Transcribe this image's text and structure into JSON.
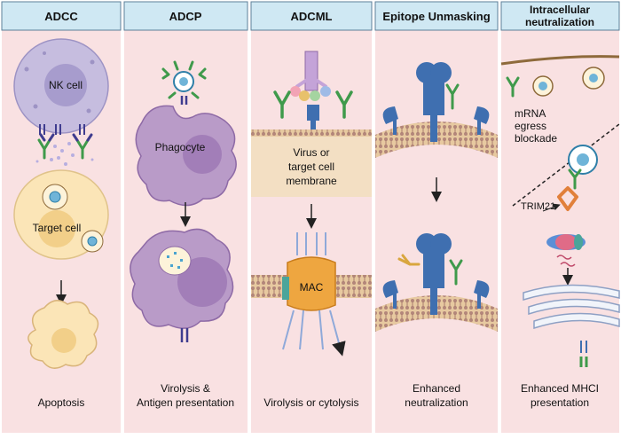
{
  "panels": [
    {
      "title": "ADCC",
      "caption": [
        "Apoptosis"
      ]
    },
    {
      "title": "ADCP",
      "caption": [
        "Virolysis &",
        "Antigen presentation"
      ]
    },
    {
      "title": "ADCML",
      "caption": [
        "Virolysis or cytolysis"
      ]
    },
    {
      "title": "Epitope Unmasking",
      "caption": [
        "Enhanced",
        "neutralization"
      ]
    },
    {
      "title": [
        "Intracellular",
        "neutralization"
      ],
      "caption": [
        "Enhanced MHCI",
        "presentation"
      ]
    }
  ],
  "labels": {
    "nk_cell": "NK cell",
    "target_cell": "Target cell",
    "phagocyte": "Phagocyte",
    "membrane": [
      "Virus or",
      "target cell",
      "membrane"
    ],
    "mac": "MAC",
    "egress": [
      "mRNA",
      "egress",
      "blockade"
    ],
    "trim21": "TRIM21"
  },
  "colors": {
    "header_bg": "#cfe8f3",
    "panel_bg": "#f9e1e2",
    "cell_purple": "#c6bddf",
    "phagocyte": "#b99bc8",
    "target_cell": "#fbe5b7",
    "antibody_green": "#3f9a4b",
    "antibody_blue": "#3f3c8f",
    "receptor_blue": "#3f6fb0",
    "membrane_band": "#f3dfc3",
    "mac_orange": "#eea640"
  }
}
